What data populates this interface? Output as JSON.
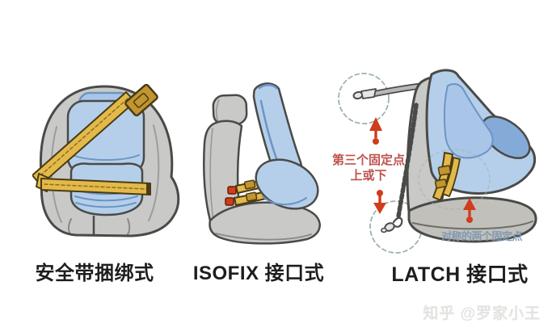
{
  "figures": [
    {
      "name": "seatbelt-strapped",
      "caption": "安全带捆绑式"
    },
    {
      "name": "isofix-connector",
      "caption": "ISOFIX 接口式"
    },
    {
      "name": "latch-connector",
      "caption": "LATCH 接口式"
    }
  ],
  "annotations": {
    "third_anchor": {
      "line1": "第三个固定点",
      "line2": "上或下"
    },
    "symmetric_anchors": "对称的两个固定点"
  },
  "watermark": {
    "text": "知乎 @罗家小王"
  },
  "colors": {
    "seat_gray": "#c9c9c7",
    "seat_gray_dark": "#c2c0ba",
    "cushion_blue": "#b5cfea",
    "cushion_blue_mid": "#a9c6e8",
    "cushion_blue_dark": "#84abd8",
    "blue_line": "#6d94c4",
    "belt_yellow": "#e3ba4a",
    "belt_yellow_dark": "#c1952f",
    "belt_outline": "#4a3b14",
    "anchor_red": "#cf3d1c",
    "annotation_red": "#bd524c",
    "annotation_blue": "#7e99b0",
    "outline": "#4a4a48",
    "dash_circle": "#9fb3ab",
    "label_color": "#1d1d1b",
    "watermark_gray": "#e3e3e1"
  }
}
